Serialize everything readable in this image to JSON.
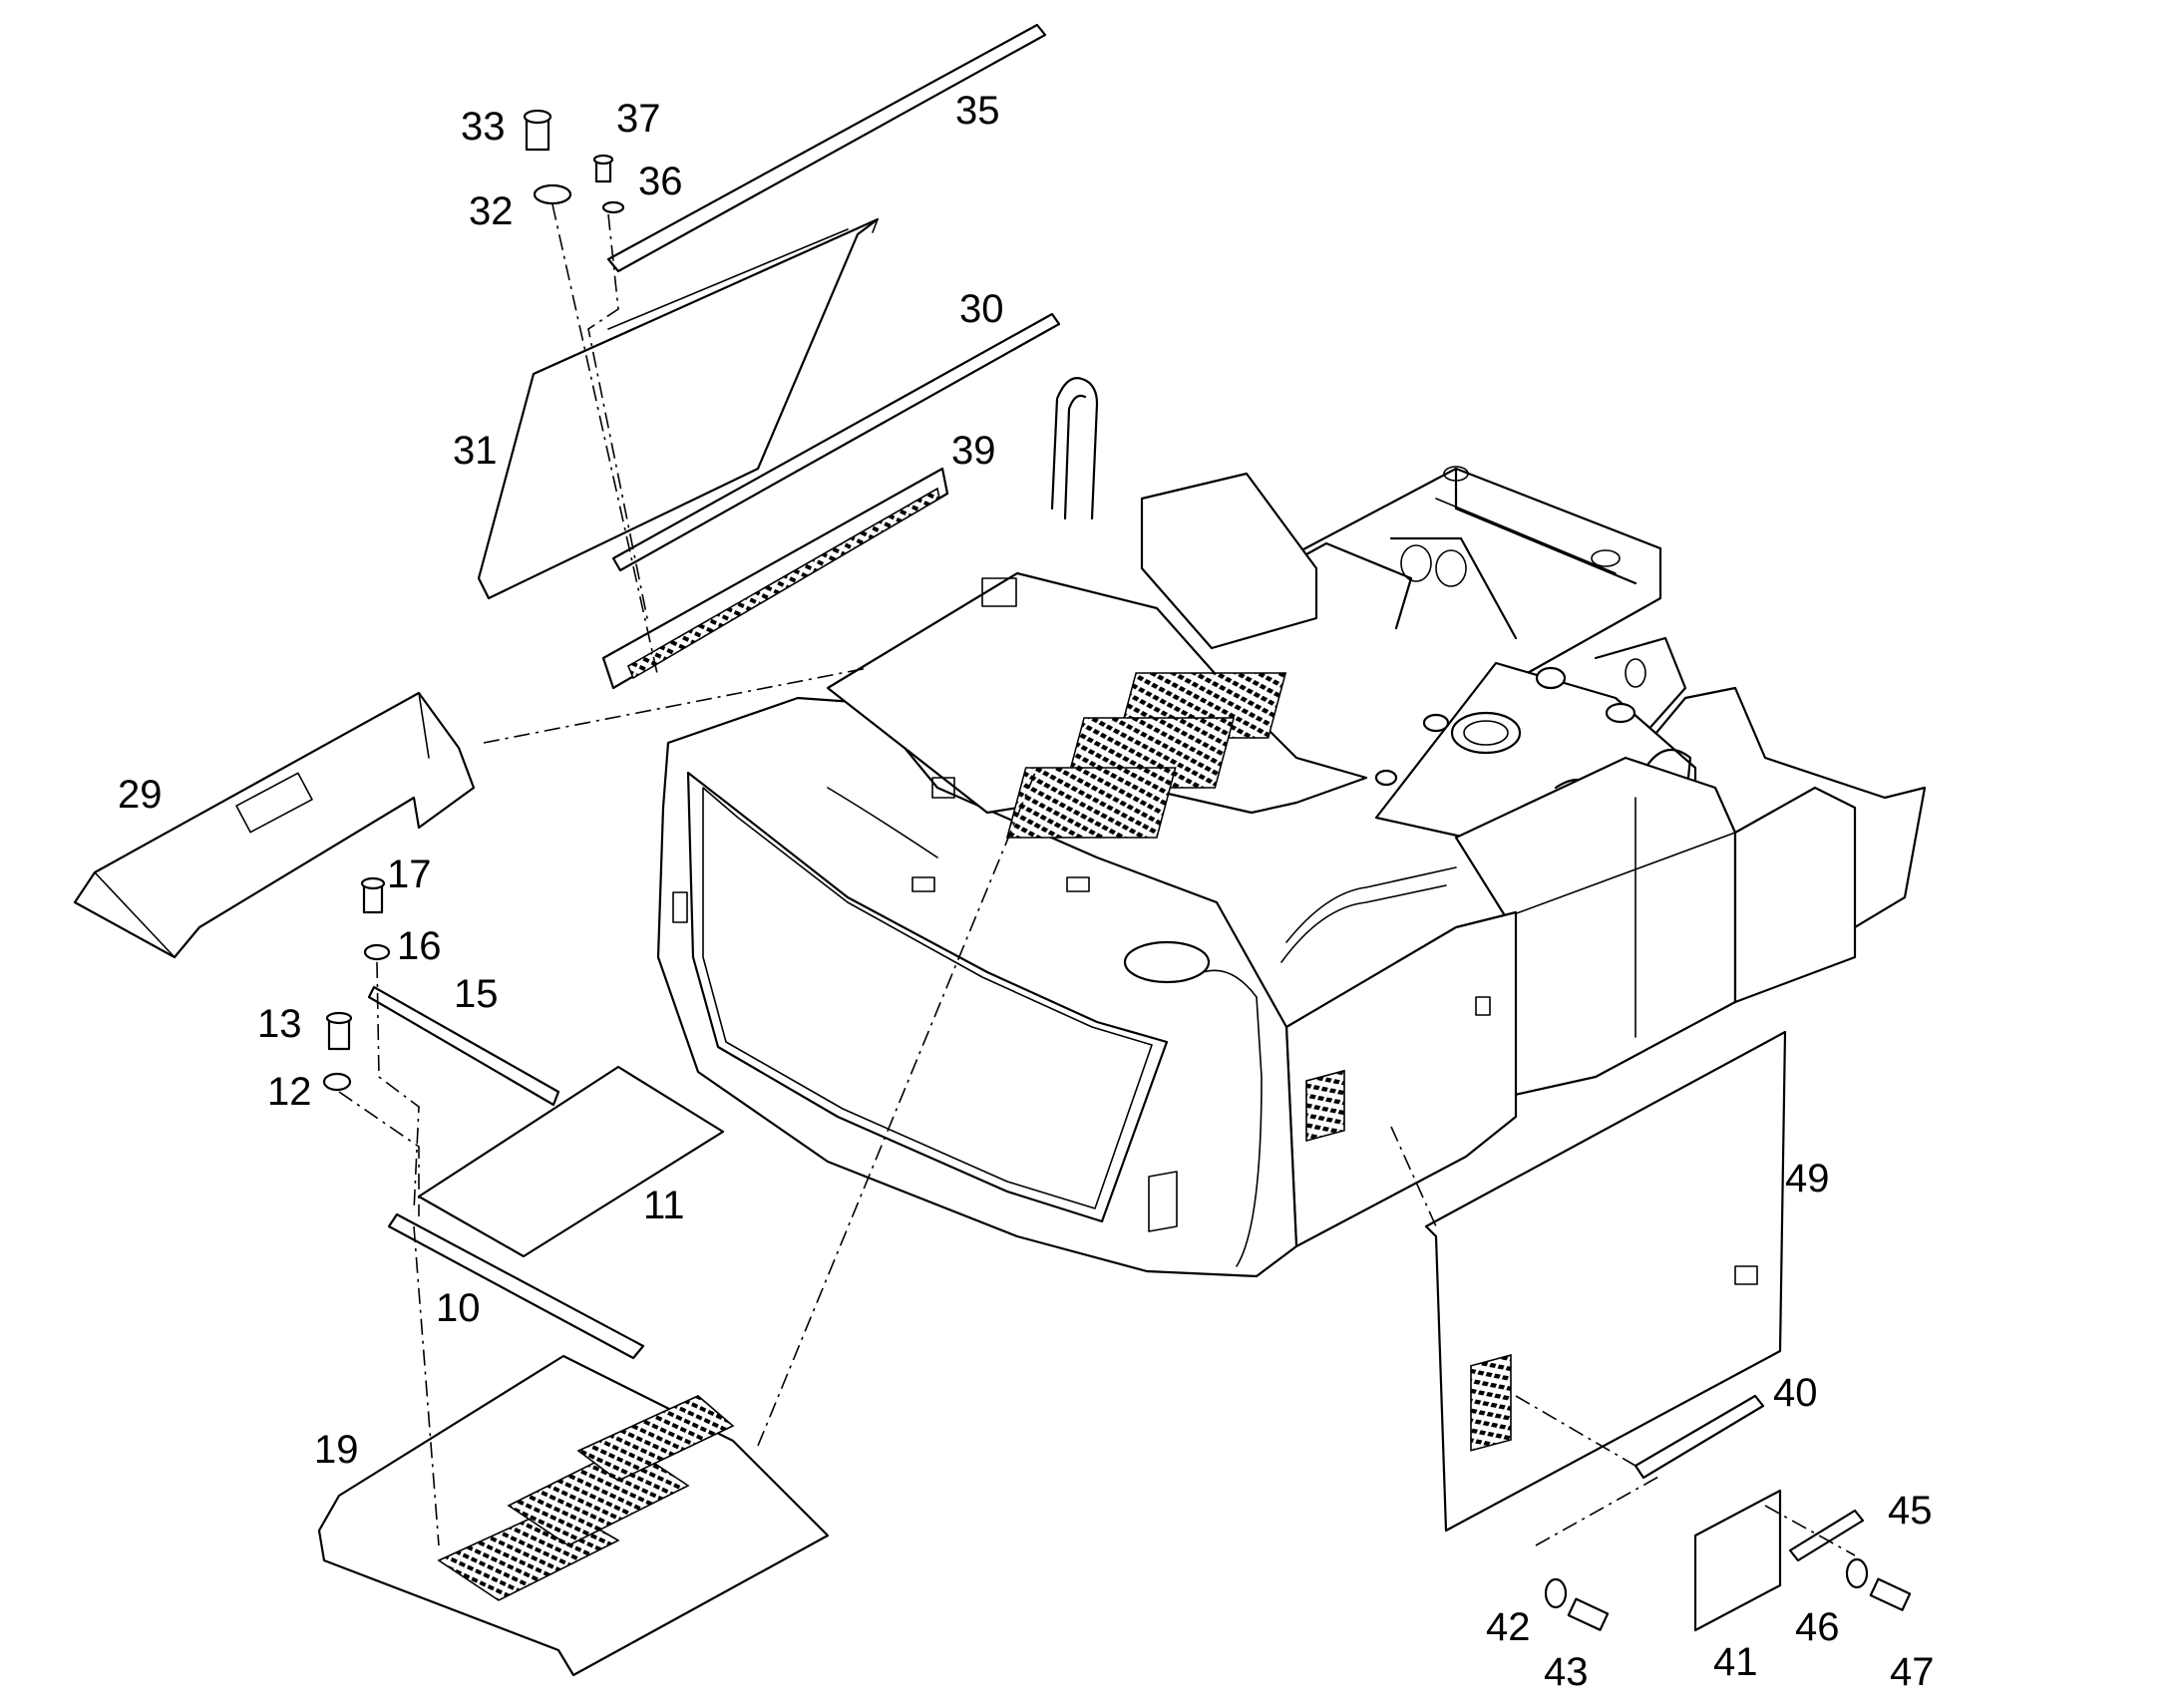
{
  "callouts": {
    "c10": "10",
    "c11": "11",
    "c12": "12",
    "c13": "13",
    "c15": "15",
    "c16": "16",
    "c17": "17",
    "c19": "19",
    "c29": "29",
    "c30": "30",
    "c31": "31",
    "c32": "32",
    "c33": "33",
    "c35": "35",
    "c36": "36",
    "c37": "37",
    "c39": "39",
    "c40": "40",
    "c41": "41",
    "c42": "42",
    "c43": "43",
    "c45": "45",
    "c46": "46",
    "c47": "47",
    "c49": "49"
  }
}
